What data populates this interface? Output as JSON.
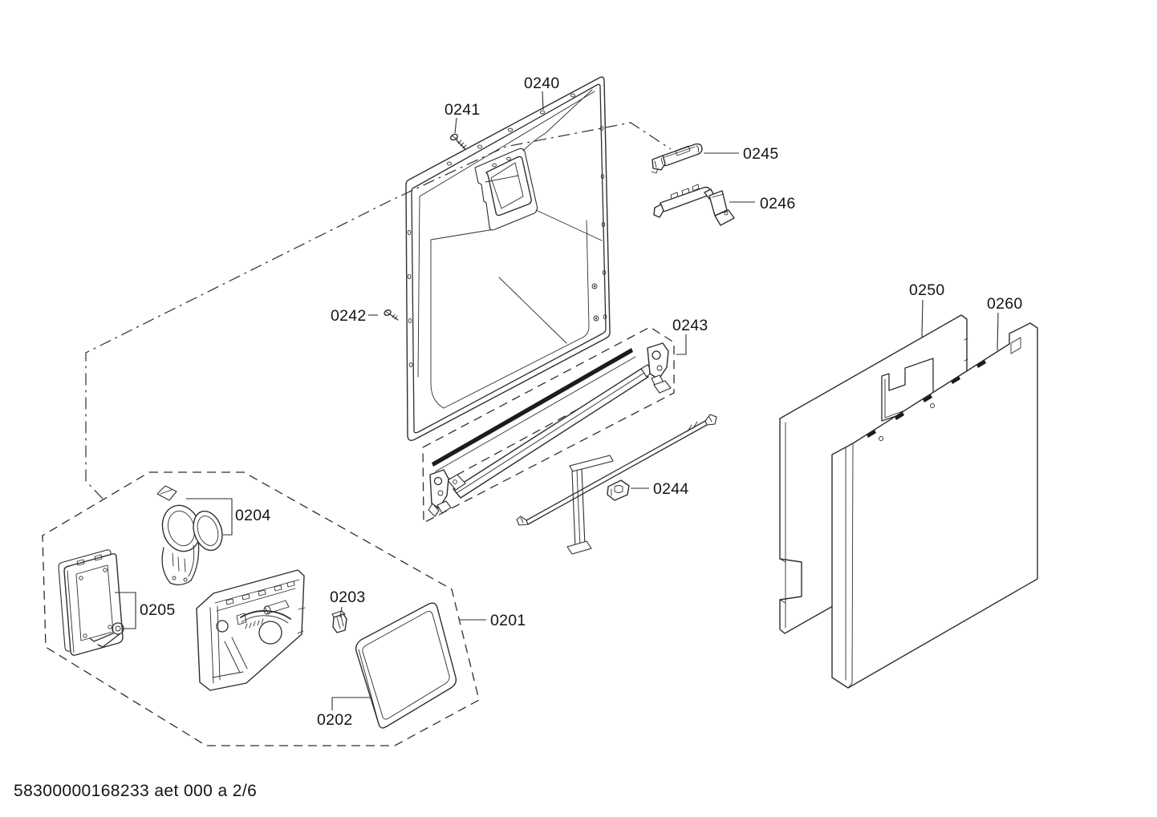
{
  "page": {
    "background": "#ffffff",
    "footer_text": "58300000168233 aet 000 a 2/6"
  },
  "diagram": {
    "type": "exploded-parts-diagram",
    "labels": {
      "p0201": "0201",
      "p0202": "0202",
      "p0203": "0203",
      "p0204": "0204",
      "p0205": "0205",
      "p0240": "0240",
      "p0241": "0241",
      "p0242": "0242",
      "p0243": "0243",
      "p0244": "0244",
      "p0245": "0245",
      "p0246": "0246",
      "p0250": "0250",
      "p0260": "0260"
    },
    "colors": {
      "line": "#2e2e2e",
      "label_text": "#141414",
      "dark_fill": "#1c1c1c"
    }
  }
}
